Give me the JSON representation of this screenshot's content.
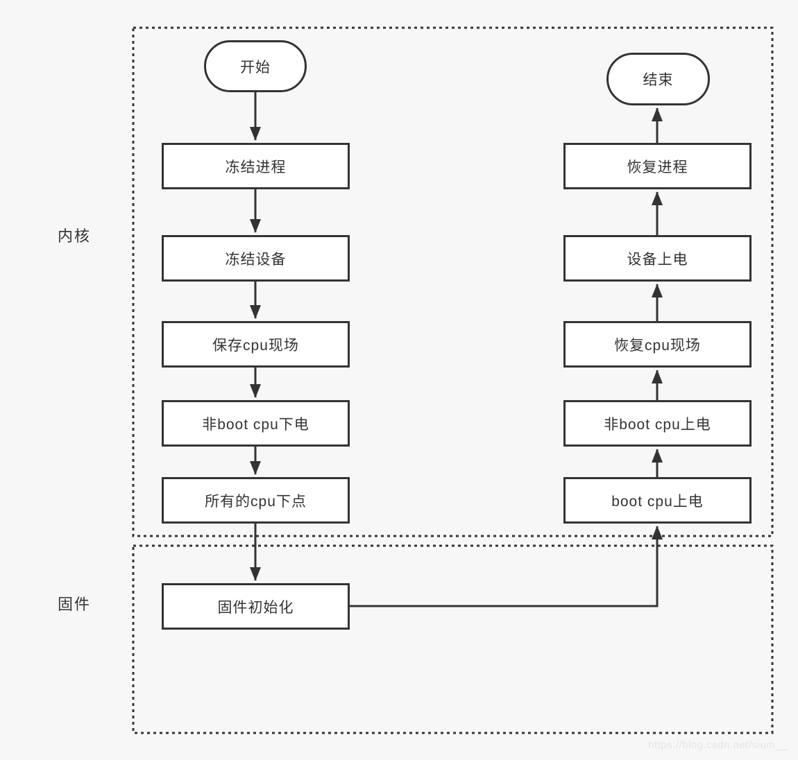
{
  "page": {
    "background": "#f7f7f7",
    "watermark": "https://blog.csdn.net/sium__"
  },
  "colors": {
    "stroke": "#333333",
    "box_fill": "#ffffff",
    "text": "#333333",
    "watermark_text": "#e4e4e7"
  },
  "regions": [
    {
      "id": "kernel",
      "label": "内核"
    },
    {
      "id": "firmware",
      "label": "固件"
    }
  ],
  "flow": {
    "suspend": {
      "start": "开始",
      "steps": [
        "冻结进程",
        "冻结设备",
        "保存cpu现场",
        "非boot cpu下电",
        "所有的cpu下点",
        "固件初始化"
      ]
    },
    "resume": {
      "end": "结束",
      "steps": [
        "恢复进程",
        "设备上电",
        "恢复cpu现场",
        "非boot cpu上电",
        "boot cpu上电"
      ]
    }
  }
}
